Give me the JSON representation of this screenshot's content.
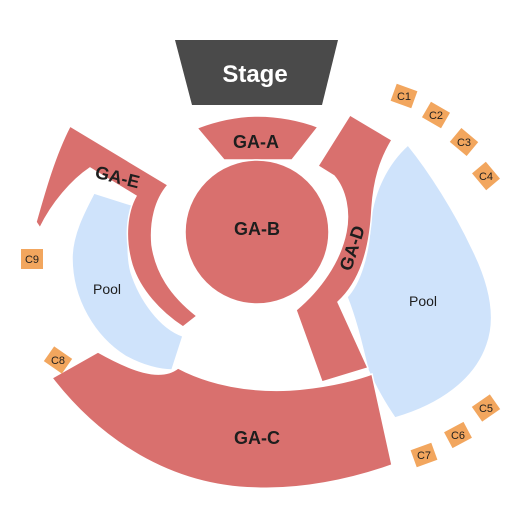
{
  "stage": {
    "label": "Stage"
  },
  "sections": {
    "ga_a": "GA-A",
    "ga_b": "GA-B",
    "ga_c": "GA-C",
    "ga_d": "GA-D",
    "ga_e": "GA-E"
  },
  "pools": {
    "left": "Pool",
    "right": "Pool"
  },
  "boxes": {
    "c1": "C1",
    "c2": "C2",
    "c3": "C3",
    "c4": "C4",
    "c5": "C5",
    "c6": "C6",
    "c7": "C7",
    "c8": "C8",
    "c9": "C9"
  },
  "colors": {
    "section": "#d9706e",
    "pool": "#cfe3fb",
    "stage": "#4a4a4a",
    "box": "#f2a65e"
  }
}
